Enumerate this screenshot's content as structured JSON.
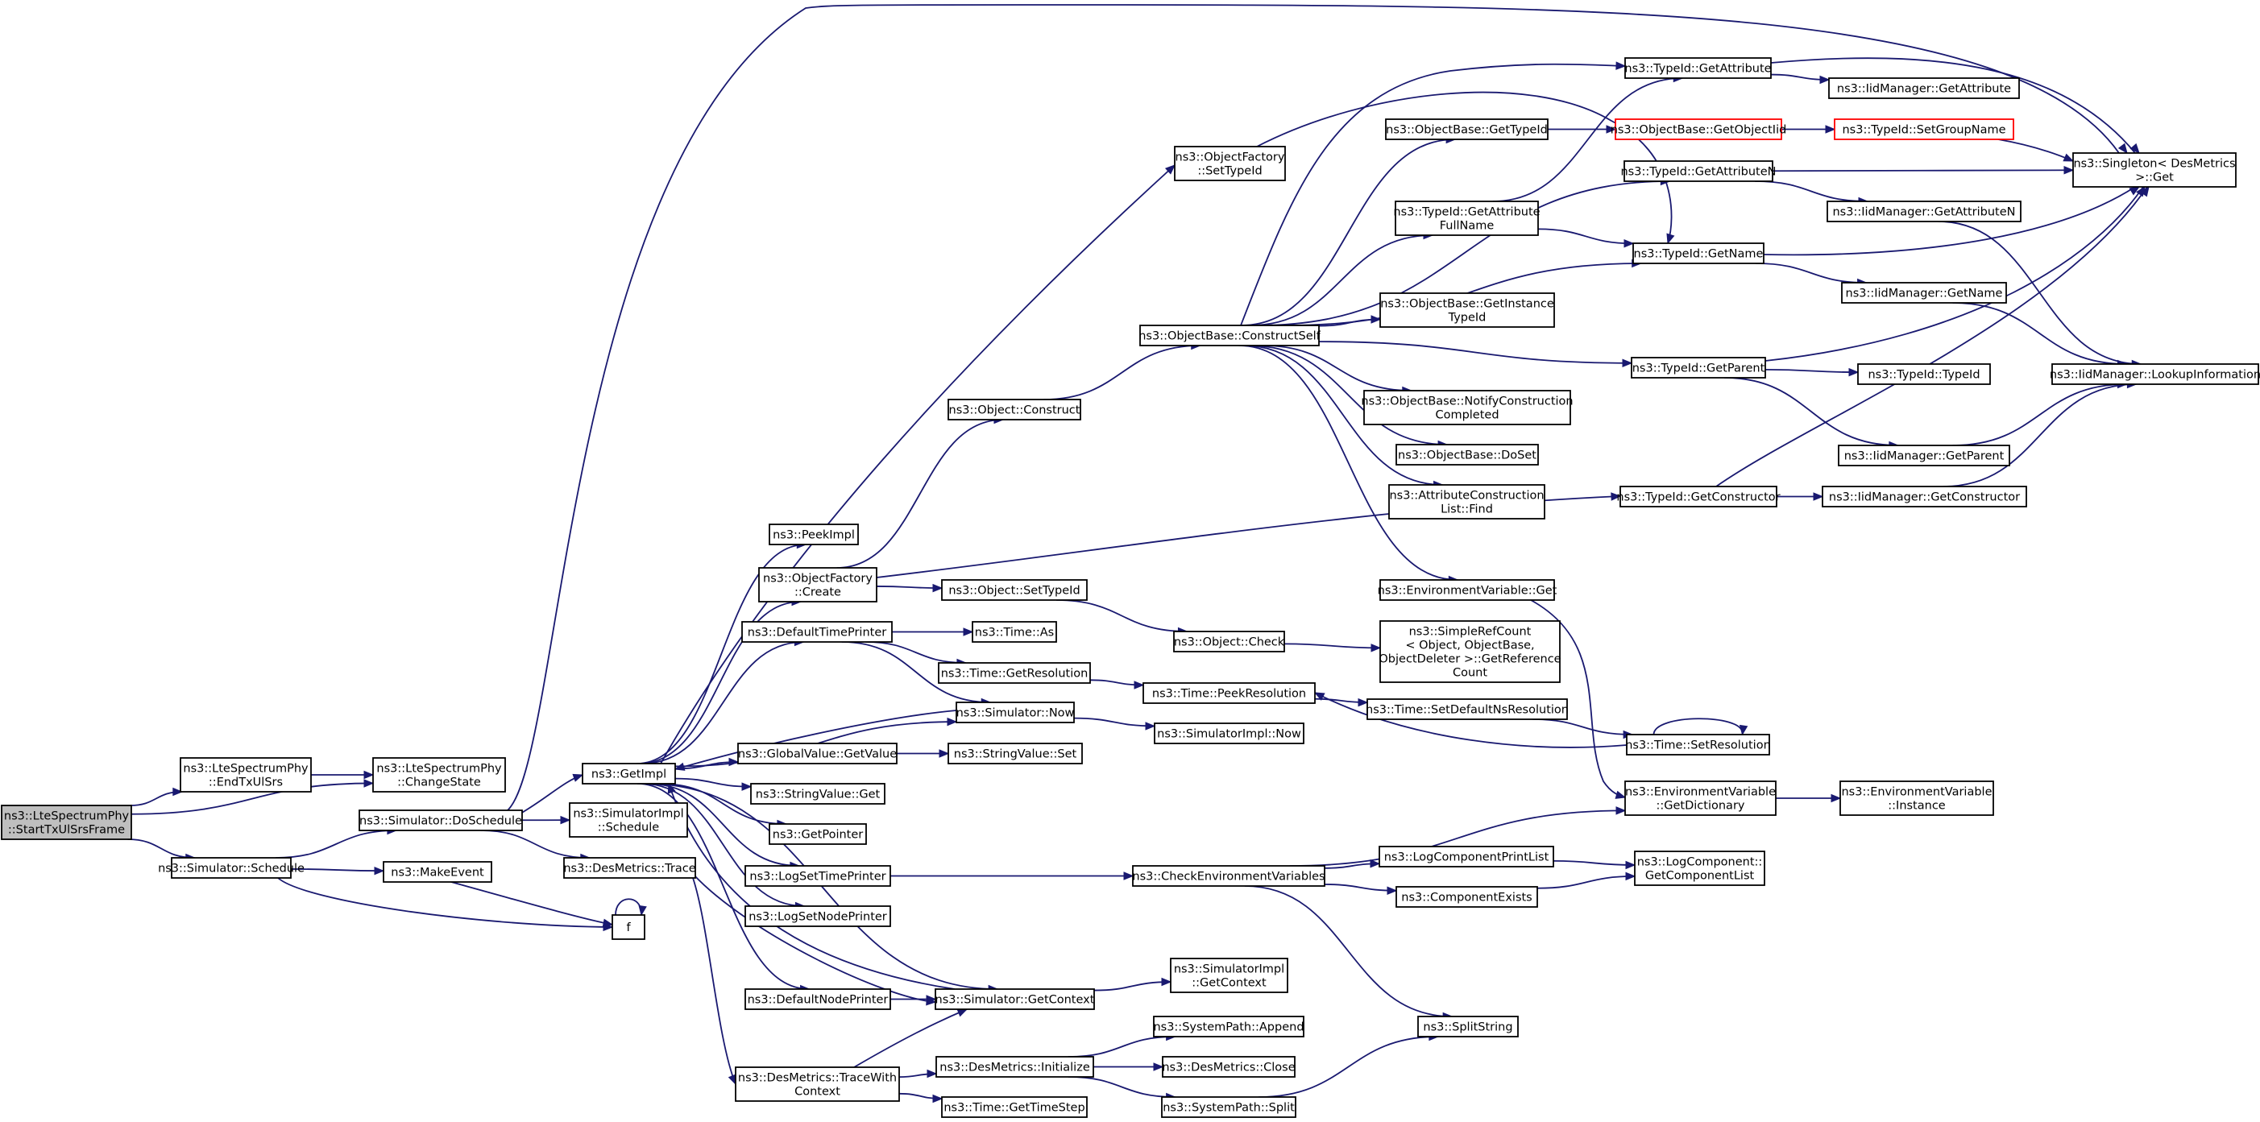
{
  "colors": {
    "edge": "#191970",
    "node_border": "#000000",
    "node_border_truncated": "#ff0000",
    "node_fill": "#ffffff",
    "root_fill": "#bfbfbf",
    "text": "#000000"
  },
  "nodes": {
    "start_tx_ul_srs_frame": {
      "lines": [
        "ns3::LteSpectrumPhy",
        "::StartTxUlSrsFrame"
      ],
      "root": true
    },
    "end_tx_ul_srs": {
      "lines": [
        "ns3::LteSpectrumPhy",
        "::EndTxUlSrs"
      ]
    },
    "change_state": {
      "lines": [
        "ns3::LteSpectrumPhy",
        "::ChangeState"
      ]
    },
    "simulator_schedule": {
      "lines": [
        "ns3::Simulator::Schedule"
      ]
    },
    "simulator_doschedule": {
      "lines": [
        "ns3::Simulator::DoSchedule"
      ]
    },
    "make_event": {
      "lines": [
        "ns3::MakeEvent"
      ]
    },
    "f": {
      "lines": [
        "f"
      ]
    },
    "get_impl": {
      "lines": [
        "ns3::GetImpl"
      ]
    },
    "simulatorimpl_schedule": {
      "lines": [
        "ns3::SimulatorImpl",
        "::Schedule"
      ]
    },
    "desmetrics_trace": {
      "lines": [
        "ns3::DesMetrics::Trace"
      ]
    },
    "peek_impl": {
      "lines": [
        "ns3::PeekImpl"
      ]
    },
    "objectfactory_create": {
      "lines": [
        "ns3::ObjectFactory",
        "::Create"
      ]
    },
    "default_time_printer": {
      "lines": [
        "ns3::DefaultTimePrinter"
      ]
    },
    "globalvalue_getvalue": {
      "lines": [
        "ns3::GlobalValue::GetValue"
      ]
    },
    "stringvalue_get": {
      "lines": [
        "ns3::StringValue::Get"
      ]
    },
    "get_pointer": {
      "lines": [
        "ns3::GetPointer"
      ]
    },
    "log_set_time_printer": {
      "lines": [
        "ns3::LogSetTimePrinter"
      ]
    },
    "log_set_node_printer": {
      "lines": [
        "ns3::LogSetNodePrinter"
      ]
    },
    "default_node_printer": {
      "lines": [
        "ns3::DefaultNodePrinter"
      ]
    },
    "desmetrics_tracewithcontext": {
      "lines": [
        "ns3::DesMetrics::TraceWith",
        "Context"
      ]
    },
    "objectfactory_settypeid": {
      "lines": [
        "ns3::ObjectFactory",
        "::SetTypeId"
      ]
    },
    "object_construct": {
      "lines": [
        "ns3::Object::Construct"
      ]
    },
    "object_settypeid": {
      "lines": [
        "ns3::Object::SetTypeId"
      ]
    },
    "time_as": {
      "lines": [
        "ns3::Time::As"
      ]
    },
    "time_getresolution": {
      "lines": [
        "ns3::Time::GetResolution"
      ]
    },
    "simulator_now": {
      "lines": [
        "ns3::Simulator::Now"
      ]
    },
    "stringvalue_set": {
      "lines": [
        "ns3::StringValue::Set"
      ]
    },
    "simulator_getcontext": {
      "lines": [
        "ns3::Simulator::GetContext"
      ]
    },
    "desmetrics_initialize": {
      "lines": [
        "ns3::DesMetrics::Initialize"
      ]
    },
    "time_gettimestep": {
      "lines": [
        "ns3::Time::GetTimeStep"
      ]
    },
    "objectbase_constructself": {
      "lines": [
        "ns3::ObjectBase::ConstructSelf"
      ]
    },
    "object_check": {
      "lines": [
        "ns3::Object::Check"
      ]
    },
    "time_peekresolution": {
      "lines": [
        "ns3::Time::PeekResolution"
      ]
    },
    "simulatorimpl_now": {
      "lines": [
        "ns3::SimulatorImpl::Now"
      ]
    },
    "check_env_vars": {
      "lines": [
        "ns3::CheckEnvironmentVariables"
      ]
    },
    "simulatorimpl_getcontext": {
      "lines": [
        "ns3::SimulatorImpl",
        "::GetContext"
      ]
    },
    "systempath_append": {
      "lines": [
        "ns3::SystemPath::Append"
      ]
    },
    "desmetrics_close": {
      "lines": [
        "ns3::DesMetrics::Close"
      ]
    },
    "systempath_split": {
      "lines": [
        "ns3::SystemPath::Split"
      ]
    },
    "objectbase_gettypeid": {
      "lines": [
        "ns3::ObjectBase::GetTypeId"
      ]
    },
    "typeid_getattributefullname": {
      "lines": [
        "ns3::TypeId::GetAttribute",
        "FullName"
      ]
    },
    "objectbase_getinstancetypeid": {
      "lines": [
        "ns3::ObjectBase::GetInstance",
        "TypeId"
      ]
    },
    "objectbase_notifyconstructioncompleted": {
      "lines": [
        "ns3::ObjectBase::NotifyConstruction",
        "Completed"
      ]
    },
    "objectbase_doset": {
      "lines": [
        "ns3::ObjectBase::DoSet"
      ]
    },
    "attributeconstructionlist_find": {
      "lines": [
        "ns3::AttributeConstruction",
        "List::Find"
      ]
    },
    "environmentvariable_get": {
      "lines": [
        "ns3::EnvironmentVariable::Get"
      ]
    },
    "simplerefcount_getreferencecount": {
      "lines": [
        "ns3::SimpleRefCount",
        "< Object, ObjectBase,",
        "ObjectDeleter >::GetReference",
        "Count"
      ]
    },
    "time_setdefaultnsresolution": {
      "lines": [
        "ns3::Time::SetDefaultNsResolution"
      ]
    },
    "logcomponentprintlist": {
      "lines": [
        "ns3::LogComponentPrintList"
      ]
    },
    "componentexists": {
      "lines": [
        "ns3::ComponentExists"
      ]
    },
    "splitstring": {
      "lines": [
        "ns3::SplitString"
      ]
    },
    "typeid_getattribute": {
      "lines": [
        "ns3::TypeId::GetAttribute"
      ]
    },
    "objectbase_getobjectiid": {
      "lines": [
        "ns3::ObjectBase::GetObjectIid"
      ],
      "truncated": true
    },
    "typeid_getattributen": {
      "lines": [
        "ns3::TypeId::GetAttributeN"
      ]
    },
    "typeid_getname": {
      "lines": [
        "ns3::TypeId::GetName"
      ]
    },
    "typeid_getparent": {
      "lines": [
        "ns3::TypeId::GetParent"
      ]
    },
    "typeid_getconstructor": {
      "lines": [
        "ns3::TypeId::GetConstructor"
      ]
    },
    "time_setresolution": {
      "lines": [
        "ns3::Time::SetResolution"
      ]
    },
    "environmentvariable_getdictionary": {
      "lines": [
        "ns3::EnvironmentVariable",
        "::GetDictionary"
      ]
    },
    "logcomponent_getcomponentlist": {
      "lines": [
        "ns3::LogComponent::",
        "GetComponentList"
      ]
    },
    "iidmanager_getattribute": {
      "lines": [
        "ns3::IidManager::GetAttribute"
      ]
    },
    "typeid_setgroupname": {
      "lines": [
        "ns3::TypeId::SetGroupName"
      ],
      "truncated": true
    },
    "iidmanager_getattributen": {
      "lines": [
        "ns3::IidManager::GetAttributeN"
      ]
    },
    "iidmanager_getname": {
      "lines": [
        "ns3::IidManager::GetName"
      ]
    },
    "typeid_typeid": {
      "lines": [
        "ns3::TypeId::TypeId"
      ]
    },
    "iidmanager_getparent": {
      "lines": [
        "ns3::IidManager::GetParent"
      ]
    },
    "iidmanager_getconstructor": {
      "lines": [
        "ns3::IidManager::GetConstructor"
      ]
    },
    "environmentvariable_instance": {
      "lines": [
        "ns3::EnvironmentVariable",
        "::Instance"
      ]
    },
    "singleton_get": {
      "lines": [
        "ns3::Singleton< DesMetrics",
        ">::Get"
      ]
    },
    "iidmanager_lookupinformation": {
      "lines": [
        "ns3::IidManager::LookupInformation"
      ]
    }
  },
  "edges": [
    [
      "start_tx_ul_srs_frame",
      "end_tx_ul_srs"
    ],
    [
      "start_tx_ul_srs_frame",
      "change_state"
    ],
    [
      "start_tx_ul_srs_frame",
      "simulator_schedule"
    ],
    [
      "end_tx_ul_srs",
      "change_state"
    ],
    [
      "simulator_schedule",
      "simulator_doschedule"
    ],
    [
      "simulator_schedule",
      "make_event"
    ],
    [
      "simulator_schedule",
      "f"
    ],
    [
      "make_event",
      "f"
    ],
    [
      "f",
      "f"
    ],
    [
      "simulator_doschedule",
      "get_impl"
    ],
    [
      "simulator_doschedule",
      "simulatorimpl_schedule"
    ],
    [
      "simulator_doschedule",
      "desmetrics_trace"
    ],
    [
      "simulator_doschedule",
      "singleton_get"
    ],
    [
      "get_impl",
      "peek_impl"
    ],
    [
      "get_impl",
      "objectfactory_create"
    ],
    [
      "get_impl",
      "default_time_printer"
    ],
    [
      "get_impl",
      "globalvalue_getvalue"
    ],
    [
      "get_impl",
      "stringvalue_get"
    ],
    [
      "get_impl",
      "get_pointer"
    ],
    [
      "get_impl",
      "log_set_time_printer"
    ],
    [
      "get_impl",
      "log_set_node_printer"
    ],
    [
      "get_impl",
      "default_node_printer"
    ],
    [
      "get_impl",
      "objectfactory_settypeid"
    ],
    [
      "get_impl",
      "simulator_now"
    ],
    [
      "get_impl",
      "simulator_getcontext"
    ],
    [
      "desmetrics_trace",
      "desmetrics_tracewithcontext"
    ],
    [
      "desmetrics_trace",
      "simulator_getcontext"
    ],
    [
      "objectfactory_create",
      "object_construct"
    ],
    [
      "objectfactory_create",
      "object_settypeid"
    ],
    [
      "objectfactory_create",
      "typeid_getconstructor"
    ],
    [
      "default_time_printer",
      "time_as"
    ],
    [
      "default_time_printer",
      "time_getresolution"
    ],
    [
      "default_time_printer",
      "simulator_now"
    ],
    [
      "globalvalue_getvalue",
      "stringvalue_set"
    ],
    [
      "log_set_time_printer",
      "check_env_vars"
    ],
    [
      "default_node_printer",
      "simulator_getcontext"
    ],
    [
      "desmetrics_tracewithcontext",
      "simulator_getcontext"
    ],
    [
      "desmetrics_tracewithcontext",
      "desmetrics_initialize"
    ],
    [
      "desmetrics_tracewithcontext",
      "time_gettimestep"
    ],
    [
      "object_construct",
      "objectbase_constructself"
    ],
    [
      "object_settypeid",
      "object_check"
    ],
    [
      "time_getresolution",
      "time_peekresolution"
    ],
    [
      "simulator_now",
      "get_impl"
    ],
    [
      "simulator_now",
      "simulatorimpl_now"
    ],
    [
      "simulator_getcontext",
      "get_impl"
    ],
    [
      "simulator_getcontext",
      "simulatorimpl_getcontext"
    ],
    [
      "desmetrics_initialize",
      "systempath_append"
    ],
    [
      "desmetrics_initialize",
      "desmetrics_close"
    ],
    [
      "desmetrics_initialize",
      "systempath_split"
    ],
    [
      "objectbase_constructself",
      "objectbase_gettypeid"
    ],
    [
      "objectbase_constructself",
      "typeid_getattributefullname"
    ],
    [
      "objectbase_constructself",
      "objectbase_getinstancetypeid"
    ],
    [
      "objectbase_constructself",
      "objectbase_notifyconstructioncompleted"
    ],
    [
      "objectbase_constructself",
      "objectbase_doset"
    ],
    [
      "objectbase_constructself",
      "attributeconstructionlist_find"
    ],
    [
      "objectbase_constructself",
      "environmentvariable_get"
    ],
    [
      "objectbase_constructself",
      "typeid_getattribute"
    ],
    [
      "objectbase_constructself",
      "typeid_getattributen"
    ],
    [
      "objectbase_constructself",
      "typeid_getname"
    ],
    [
      "objectbase_constructself",
      "typeid_getparent"
    ],
    [
      "objectfactory_settypeid",
      "typeid_getname"
    ],
    [
      "object_check",
      "simplerefcount_getreferencecount"
    ],
    [
      "time_peekresolution",
      "time_setdefaultnsresolution"
    ],
    [
      "check_env_vars",
      "environmentvariable_getdictionary"
    ],
    [
      "check_env_vars",
      "logcomponentprintlist"
    ],
    [
      "check_env_vars",
      "componentexists"
    ],
    [
      "check_env_vars",
      "splitstring"
    ],
    [
      "systempath_split",
      "splitstring"
    ],
    [
      "objectbase_gettypeid",
      "objectbase_getobjectiid"
    ],
    [
      "objectbase_getobjectiid",
      "typeid_setgroupname"
    ],
    [
      "typeid_setgroupname",
      "singleton_get"
    ],
    [
      "typeid_getattributefullname",
      "typeid_getattribute"
    ],
    [
      "typeid_getattributefullname",
      "typeid_getname"
    ],
    [
      "typeid_getattribute",
      "iidmanager_getattribute"
    ],
    [
      "typeid_getattribute",
      "singleton_get"
    ],
    [
      "typeid_getattributen",
      "iidmanager_getattributen"
    ],
    [
      "typeid_getattributen",
      "singleton_get"
    ],
    [
      "typeid_getname",
      "iidmanager_getname"
    ],
    [
      "typeid_getname",
      "singleton_get"
    ],
    [
      "typeid_getparent",
      "typeid_typeid"
    ],
    [
      "typeid_getparent",
      "iidmanager_getparent"
    ],
    [
      "typeid_getparent",
      "singleton_get"
    ],
    [
      "typeid_getconstructor",
      "iidmanager_getconstructor"
    ],
    [
      "typeid_getconstructor",
      "singleton_get"
    ],
    [
      "time_setdefaultnsresolution",
      "time_setresolution"
    ],
    [
      "time_setresolution",
      "time_setresolution"
    ],
    [
      "time_setresolution",
      "time_peekresolution"
    ],
    [
      "environmentvariable_get",
      "environmentvariable_getdictionary"
    ],
    [
      "environmentvariable_getdictionary",
      "environmentvariable_instance"
    ],
    [
      "logcomponentprintlist",
      "logcomponent_getcomponentlist"
    ],
    [
      "componentexists",
      "logcomponent_getcomponentlist"
    ],
    [
      "iidmanager_getattributen",
      "iidmanager_lookupinformation"
    ],
    [
      "iidmanager_getname",
      "iidmanager_lookupinformation"
    ],
    [
      "iidmanager_getparent",
      "iidmanager_lookupinformation"
    ],
    [
      "iidmanager_getconstructor",
      "iidmanager_lookupinformation"
    ]
  ]
}
